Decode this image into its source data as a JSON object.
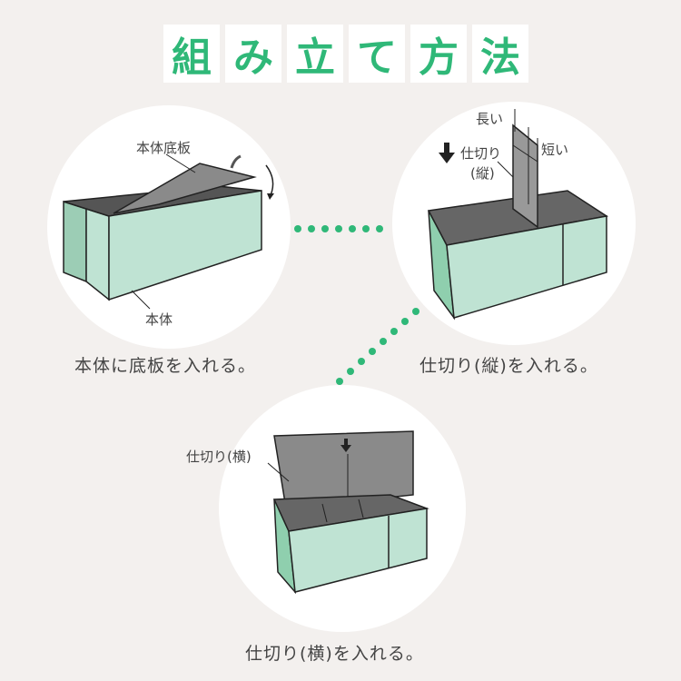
{
  "title": [
    "組",
    "み",
    "立",
    "て",
    "方",
    "法"
  ],
  "steps": [
    {
      "caption": "本体に底板を入れる。",
      "labels": {
        "bottom_board": "本体底板",
        "body": "本体"
      }
    },
    {
      "caption": "仕切り(縦)を入れる。",
      "labels": {
        "long": "長い",
        "short": "短い",
        "divider": "仕切り",
        "vertical": "(縦)"
      }
    },
    {
      "caption": "仕切り(横)を入れる。",
      "labels": {
        "divider_horizontal": "仕切り(横)"
      }
    }
  ],
  "colors": {
    "accent": "#2fb878",
    "box_front": "#bfe3d3",
    "box_side": "#8fcfae",
    "panel": "#8a8a8a",
    "background": "#f3f0ee"
  }
}
